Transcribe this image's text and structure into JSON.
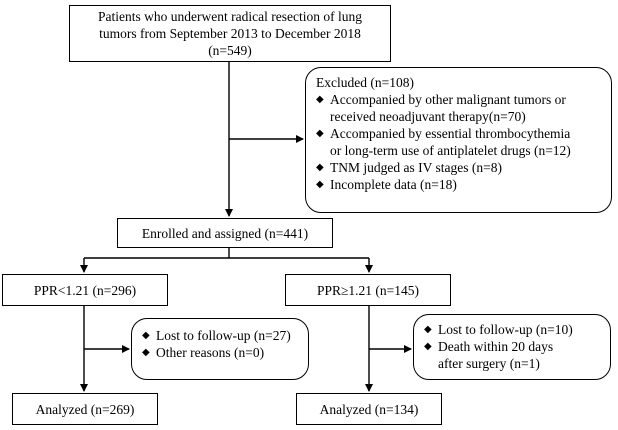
{
  "flowchart": {
    "top": {
      "line1": "Patients who underwent radical resection of lung",
      "line2": "tumors from September 2013 to December 2018",
      "line3": "(n=549)"
    },
    "excluded": {
      "title": "Excluded (n=108)",
      "items": [
        {
          "bullet": "◆",
          "lines": [
            "Accompanied by other malignant tumors or",
            "received neoadjuvant therapy(n=70)"
          ]
        },
        {
          "bullet": "◆",
          "lines": [
            "Accompanied by essential thrombocythemia",
            "or long-term use of antiplatelet drugs (n=12)"
          ]
        },
        {
          "bullet": "◆",
          "lines": [
            "TNM judged as IV stages (n=8)"
          ]
        },
        {
          "bullet": "◆",
          "lines": [
            "Incomplete data (n=18)"
          ]
        }
      ]
    },
    "enrolled": "Enrolled and assigned (n=441)",
    "left_group": "PPR<1.21 (n=296)",
    "right_group": "PPR≥1.21 (n=145)",
    "left_exclusion": {
      "items": [
        {
          "bullet": "◆",
          "lines": [
            "Lost to follow-up (n=27)"
          ]
        },
        {
          "bullet": "◆",
          "lines": [
            "Other reasons (n=0)"
          ]
        }
      ]
    },
    "right_exclusion": {
      "items": [
        {
          "bullet": "◆",
          "lines": [
            "Lost to follow-up (n=10)"
          ]
        },
        {
          "bullet": "◆",
          "lines": [
            "Death within 20 days",
            "after surgery (n=1)"
          ]
        }
      ]
    },
    "left_analyzed": "Analyzed (n=269)",
    "right_analyzed": "Analyzed (n=134)"
  }
}
